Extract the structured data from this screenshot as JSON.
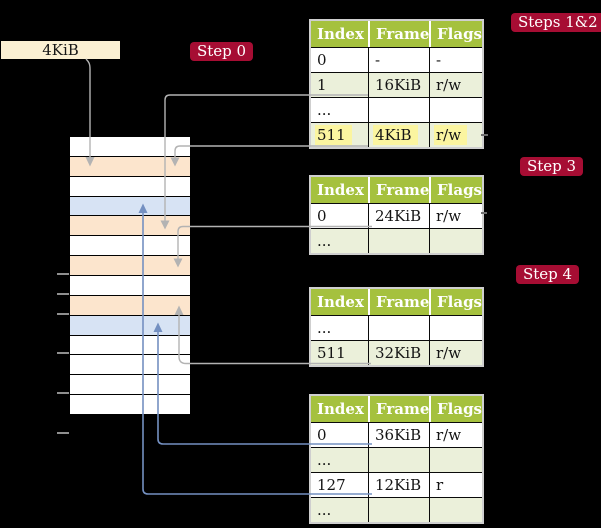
{
  "colors": {
    "accent_crimson": "#a60d33",
    "table_header_green": "#a5c13e",
    "row_green": "#ebf0da",
    "row_orange": "#fce5cd",
    "row_blue": "#d7e3f4",
    "highlight_yellow": "#fbf5a0",
    "box_cream": "#fbf0d3",
    "arrow_gray": "#b3b3b3",
    "arrow_blue": "#7490c1"
  },
  "labels": {
    "page_size": "4KiB",
    "step_badges": [
      "Step 0",
      "Steps 1&2",
      "Step 3",
      "Step 4"
    ]
  },
  "memory": {
    "rows": [
      "white",
      "orange",
      "white",
      "blue",
      "orange",
      "white",
      "orange",
      "white",
      "orange",
      "blue",
      "white",
      "white",
      "white",
      "white"
    ],
    "tick_rows": [
      0,
      1,
      2,
      4,
      6,
      8
    ]
  },
  "tables": [
    {
      "name": "page-table-steps-1-2",
      "headers": [
        "Index",
        "Frame",
        "Flags"
      ],
      "rows": [
        {
          "cells": [
            "0",
            "-",
            "-"
          ],
          "shade": "white"
        },
        {
          "cells": [
            "1",
            "16KiB",
            "r/w"
          ],
          "shade": "green"
        },
        {
          "cells": [
            "...",
            "",
            ""
          ],
          "shade": "white"
        },
        {
          "cells": [
            "511",
            "4KiB",
            "r/w"
          ],
          "shade": "green",
          "highlight": true
        }
      ]
    },
    {
      "name": "page-table-step-3",
      "headers": [
        "Index",
        "Frame",
        "Flags"
      ],
      "rows": [
        {
          "cells": [
            "0",
            "24KiB",
            "r/w"
          ],
          "shade": "white"
        },
        {
          "cells": [
            "...",
            "",
            ""
          ],
          "shade": "green"
        }
      ]
    },
    {
      "name": "page-table-step-4-upper",
      "headers": [
        "Index",
        "Frame",
        "Flags"
      ],
      "rows": [
        {
          "cells": [
            "...",
            "",
            ""
          ],
          "shade": "white"
        },
        {
          "cells": [
            "511",
            "32KiB",
            "r/w"
          ],
          "shade": "green"
        }
      ]
    },
    {
      "name": "page-table-step-4-lower",
      "headers": [
        "Index",
        "Frame",
        "Flags"
      ],
      "rows": [
        {
          "cells": [
            "0",
            "36KiB",
            "r/w"
          ],
          "shade": "white"
        },
        {
          "cells": [
            "...",
            "",
            ""
          ],
          "shade": "green"
        },
        {
          "cells": [
            "127",
            "12KiB",
            "r"
          ],
          "shade": "white"
        },
        {
          "cells": [
            "...",
            "",
            ""
          ],
          "shade": "green"
        }
      ]
    }
  ]
}
